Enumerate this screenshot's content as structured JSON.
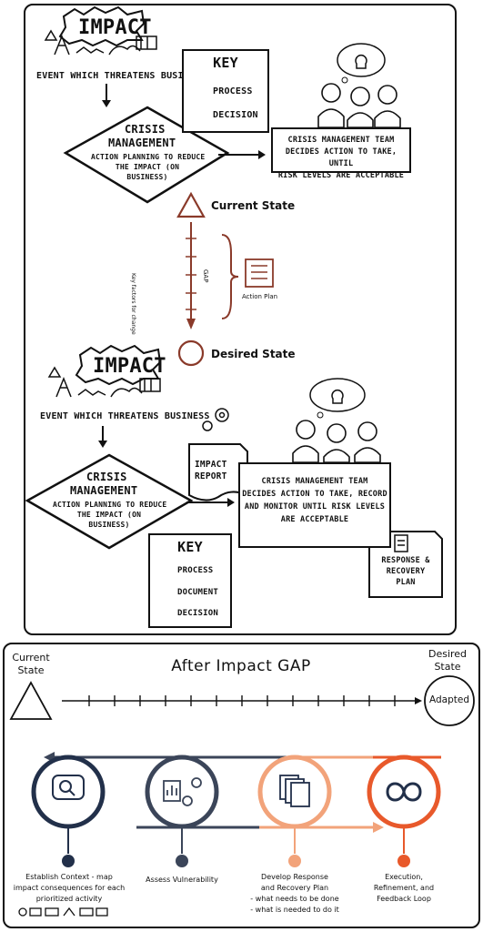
{
  "top": {
    "scenario1": {
      "impact_title": "IMPACT",
      "impact_caption": "EVENT WHICH THREATENS BUSINESS",
      "crisis_title_line1": "CRISIS",
      "crisis_title_line2": "MANAGEMENT",
      "crisis_body": [
        "ACTION PLANNING TO REDUCE",
        "THE IMPACT (ON",
        "BUSINESS)"
      ],
      "team_box": [
        "CRISIS MANAGEMENT TEAM",
        "DECIDES ACTION TO TAKE, UNTIL",
        "RISK LEVELS ARE ACCEPTABLE"
      ],
      "key": {
        "title": "KEY",
        "items": [
          "PROCESS",
          "DECISION"
        ]
      }
    },
    "transition": {
      "current_state": "Current State",
      "desired_state": "Desired State",
      "gap_label": "GAP",
      "key_factors": "Key factors for change",
      "action_plan": "Action Plan"
    },
    "scenario2": {
      "impact_title": "IMPACT",
      "impact_caption": "EVENT WHICH THREATENS BUSINESS",
      "impact_report": [
        "IMPACT",
        "REPORT"
      ],
      "crisis_title_line1": "CRISIS",
      "crisis_title_line2": "MANAGEMENT",
      "crisis_body": [
        "ACTION PLANNING TO REDUCE",
        "THE IMPACT (ON",
        "BUSINESS)"
      ],
      "team_box": [
        "CRISIS MANAGEMENT TEAM",
        "DECIDES ACTION TO TAKE, RECORD",
        "AND MONITOR UNTIL RISK LEVELS",
        "ARE ACCEPTABLE"
      ],
      "response_doc": [
        "RESPONSE &",
        "RECOVERY",
        "PLAN"
      ],
      "key": {
        "title": "KEY",
        "items": [
          "PROCESS",
          "DOCUMENT",
          "DECISION"
        ]
      }
    }
  },
  "bottom": {
    "current_state": [
      "Current",
      "State"
    ],
    "desired_state": [
      "Desired",
      "State"
    ],
    "title": "After Impact GAP",
    "adapted": "Adapted",
    "colors": {
      "navy": "#22304a",
      "slate": "#3b4559",
      "peach": "#f2a37a",
      "orange": "#e8592b"
    },
    "steps": [
      {
        "lines": [
          "Establish Context - map",
          "impact consequences for each",
          "prioritized activity"
        ]
      },
      {
        "lines": [
          "Assess Vulnerability"
        ]
      },
      {
        "lines": [
          "Develop Response",
          "and Recovery Plan",
          "- what needs to be done",
          "- what is needed to do it"
        ]
      },
      {
        "lines": [
          "Execution,",
          "Refinement, and",
          "Feedback Loop"
        ]
      }
    ]
  }
}
